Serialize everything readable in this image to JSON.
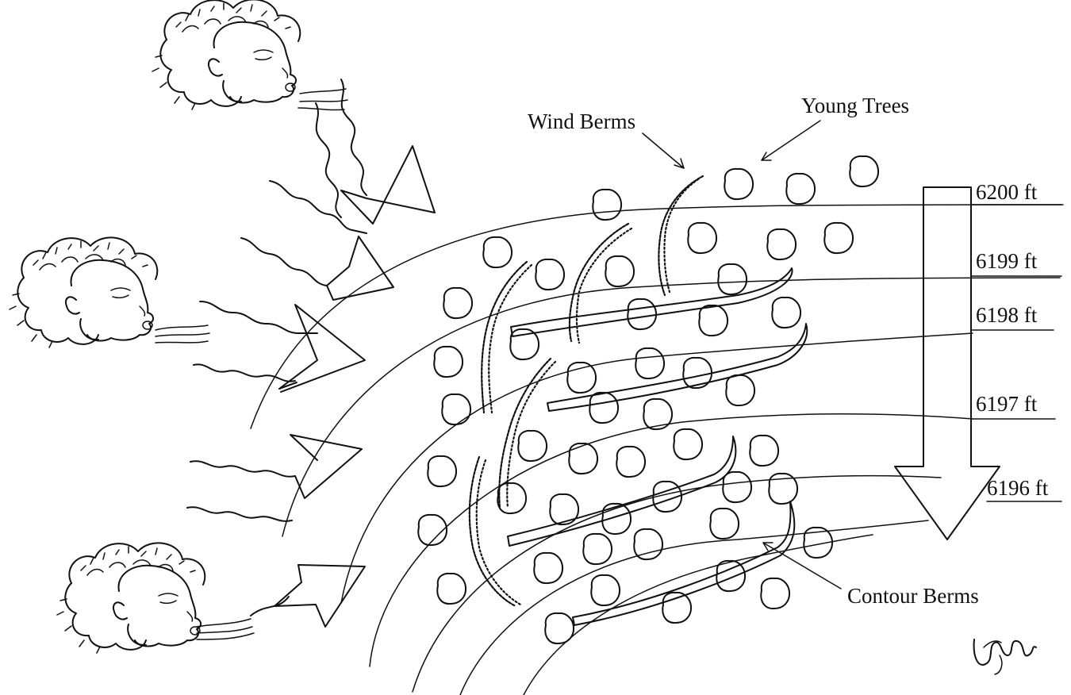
{
  "labels": {
    "wind_berms": "Wind Berms",
    "young_trees": "Young Trees",
    "contour_berms": "Contour Berms"
  },
  "elevations": [
    "6200 ft",
    "6199 ft",
    "6198 ft",
    "6197 ft",
    "6196 ft"
  ]
}
